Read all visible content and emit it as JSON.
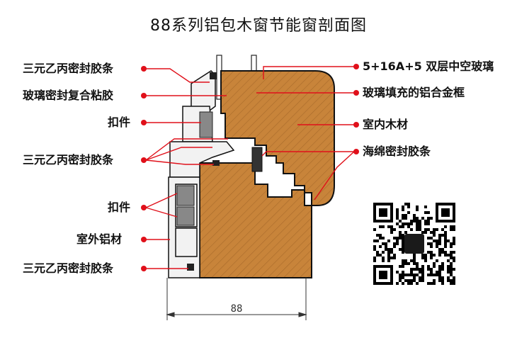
{
  "title": "88系列铝包木窗节能窗剖面图",
  "labels_left": [
    {
      "id": "l1",
      "text": "三元乙丙密封胶条"
    },
    {
      "id": "l2",
      "text": "玻璃密封复合粘胶"
    },
    {
      "id": "l3",
      "text": "扣件"
    },
    {
      "id": "l4",
      "text": "三元乙丙密封胶条"
    },
    {
      "id": "l5",
      "text": "扣件"
    },
    {
      "id": "l6",
      "text": "室外铝材"
    },
    {
      "id": "l7",
      "text": "三元乙丙密封胶条"
    }
  ],
  "labels_right": [
    {
      "id": "r1",
      "text": "5+16A+5 双层中空玻璃"
    },
    {
      "id": "r2",
      "text": "玻璃填充的铝合金框"
    },
    {
      "id": "r3",
      "text": "室内木材"
    },
    {
      "id": "r4",
      "text": "海绵密封胶条"
    }
  ],
  "dimension": "88",
  "qr_caption": "",
  "colors": {
    "wood": "#c8843a",
    "wood_dark": "#8b5a2b",
    "aluminum": "#e8e8e8",
    "leader": "#e0101a",
    "dot": "#e0101a"
  }
}
